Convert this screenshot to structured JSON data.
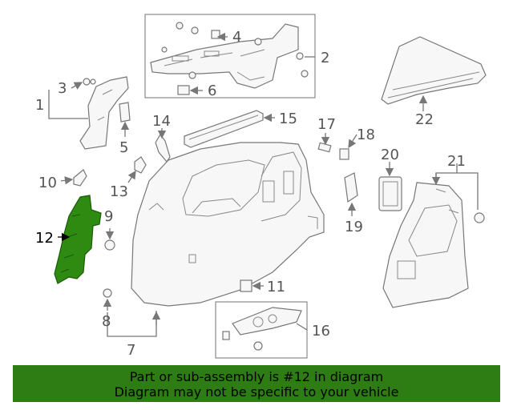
{
  "callouts": {
    "c1": "1",
    "c2": "2",
    "c3": "3",
    "c4": "4",
    "c5": "5",
    "c6": "6",
    "c7": "7",
    "c8": "8",
    "c9": "9",
    "c10": "10",
    "c11": "11",
    "c12": "12",
    "c13": "13",
    "c14": "14",
    "c15": "15",
    "c16": "16",
    "c17": "17",
    "c18": "18",
    "c19": "19",
    "c20": "20",
    "c21": "21",
    "c22": "22"
  },
  "highlighted_part": "12",
  "colors": {
    "highlight_part": "#2f8a12",
    "banner": "#2e7d14",
    "line_art": "#777777"
  },
  "banner": {
    "line1": "Part or sub-assembly is #12 in diagram",
    "line2": "Diagram may not be specific to your vehicle"
  }
}
